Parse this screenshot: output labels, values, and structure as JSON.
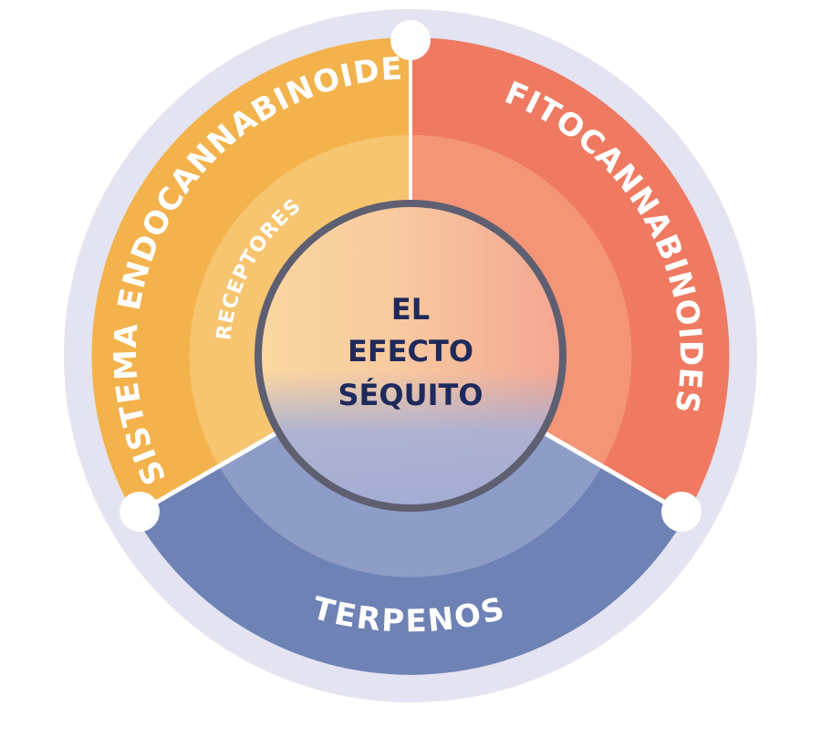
{
  "diagram": {
    "center_lines": [
      "EL",
      "EFECTO",
      "SÉQUITO"
    ],
    "segments": [
      {
        "key": "endo",
        "label": "SISTEMA ENDOCANNABINOIDE",
        "sublabel": "RECEPTORES",
        "color": "#f3b24c",
        "inner_color": "#f7c46f"
      },
      {
        "key": "fito",
        "label": "FITOCANNABINOIDES",
        "color": "#ef7a61",
        "inner_color": "#f49578"
      },
      {
        "key": "terp",
        "label": "TERPENOS",
        "color": "#6e82b5",
        "inner_color": "#8d9dc8"
      }
    ],
    "ring_color": "#e3e3f1",
    "center_border_color": "#5f5f72"
  }
}
